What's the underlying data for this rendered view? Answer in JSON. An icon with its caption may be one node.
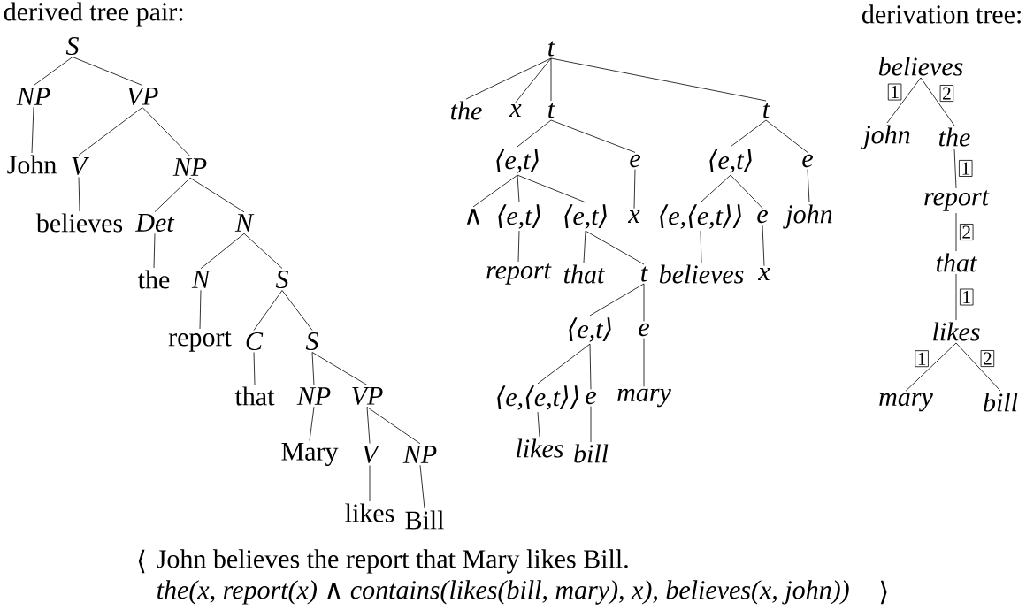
{
  "diagram": {
    "nodes": [
      {
        "text": [
          "S"
        ]
      },
      {
        "text": [
          "NP"
        ]
      },
      {
        "text": [
          "VP"
        ]
      },
      {
        "text": [
          "John"
        ]
      },
      {
        "text": [
          "V"
        ]
      },
      {
        "text": [
          "NP"
        ]
      },
      {
        "text": [
          "believes"
        ]
      },
      {
        "text": [
          "Det"
        ]
      },
      {
        "text": [
          "N"
        ]
      },
      {
        "text": [
          "the"
        ]
      },
      {
        "text": [
          "N"
        ]
      },
      {
        "text": [
          "S"
        ]
      },
      {
        "text": [
          "report"
        ]
      },
      {
        "text": [
          "C"
        ]
      },
      {
        "text": [
          "S"
        ]
      },
      {
        "text": [
          "that"
        ]
      },
      {
        "text": [
          "NP"
        ]
      },
      {
        "text": [
          "VP"
        ]
      },
      {
        "text": [
          "Mary"
        ]
      },
      {
        "text": [
          "V"
        ]
      },
      {
        "text": [
          "NP"
        ]
      },
      {
        "text": [
          "likes"
        ]
      },
      {
        "text": [
          "Bill"
        ]
      },
      {
        "text": [
          "t"
        ]
      },
      {
        "text": [
          "the"
        ]
      },
      {
        "text": [
          "x"
        ]
      },
      {
        "text": [
          "t"
        ]
      },
      {
        "text": [
          "t"
        ]
      },
      {
        "text": [
          "⟨e,t⟩"
        ]
      },
      {
        "text": [
          "e"
        ]
      },
      {
        "text": [
          "⟨e,t⟩"
        ]
      },
      {
        "text": [
          "e"
        ]
      },
      {
        "text": [
          "∧"
        ]
      },
      {
        "text": [
          "⟨e,t⟩"
        ]
      },
      {
        "text": [
          "⟨e,t⟩"
        ]
      },
      {
        "text": [
          "x"
        ]
      },
      {
        "text": [
          "⟨e,⟨e,t⟩⟩"
        ]
      },
      {
        "text": [
          "e"
        ]
      },
      {
        "text": [
          "john"
        ]
      },
      {
        "text": [
          "report"
        ]
      },
      {
        "text": [
          "that"
        ]
      },
      {
        "text": [
          "t"
        ]
      },
      {
        "text": [
          "believes"
        ]
      },
      {
        "text": [
          "x"
        ]
      },
      {
        "text": [
          "⟨e,t⟩"
        ]
      },
      {
        "text": [
          "e"
        ]
      },
      {
        "text": [
          "⟨e,⟨e,t⟩⟩"
        ]
      },
      {
        "text": [
          "e"
        ]
      },
      {
        "text": [
          "mary"
        ]
      },
      {
        "text": [
          "likes"
        ]
      },
      {
        "text": [
          "bill"
        ]
      },
      {
        "text": [
          "believes"
        ]
      },
      {
        "text": [
          "john"
        ]
      },
      {
        "text": [
          "the"
        ]
      },
      {
        "text": [
          "report"
        ]
      },
      {
        "text": [
          "that"
        ]
      },
      {
        "text": [
          "likes"
        ]
      },
      {
        "text": [
          "mary"
        ]
      },
      {
        "text": [
          "bill"
        ]
      }
    ],
    "edges": [
      {
        "from": 0,
        "to": 1,
        "arrow": "none"
      },
      {
        "from": 0,
        "to": 2,
        "arrow": "none"
      },
      {
        "from": 1,
        "to": 3,
        "arrow": "none"
      },
      {
        "from": 2,
        "to": 4,
        "arrow": "none"
      },
      {
        "from": 2,
        "to": 5,
        "arrow": "none"
      },
      {
        "from": 4,
        "to": 6,
        "arrow": "none"
      },
      {
        "from": 5,
        "to": 7,
        "arrow": "none"
      },
      {
        "from": 5,
        "to": 8,
        "arrow": "none"
      },
      {
        "from": 7,
        "to": 9,
        "arrow": "none"
      },
      {
        "from": 8,
        "to": 10,
        "arrow": "none"
      },
      {
        "from": 8,
        "to": 11,
        "arrow": "none"
      },
      {
        "from": 10,
        "to": 12,
        "arrow": "none"
      },
      {
        "from": 11,
        "to": 13,
        "arrow": "none"
      },
      {
        "from": 11,
        "to": 14,
        "arrow": "none"
      },
      {
        "from": 13,
        "to": 15,
        "arrow": "none"
      },
      {
        "from": 14,
        "to": 16,
        "arrow": "none"
      },
      {
        "from": 14,
        "to": 17,
        "arrow": "none"
      },
      {
        "from": 16,
        "to": 18,
        "arrow": "none"
      },
      {
        "from": 17,
        "to": 19,
        "arrow": "none"
      },
      {
        "from": 17,
        "to": 20,
        "arrow": "none"
      },
      {
        "from": 19,
        "to": 21,
        "arrow": "none"
      },
      {
        "from": 20,
        "to": 22,
        "arrow": "none"
      },
      {
        "from": 23,
        "to": 24,
        "arrow": "none"
      },
      {
        "from": 23,
        "to": 25,
        "arrow": "none"
      },
      {
        "from": 23,
        "to": 26,
        "arrow": "none"
      },
      {
        "from": 23,
        "to": 27,
        "arrow": "none"
      },
      {
        "from": 26,
        "to": 28,
        "arrow": "none"
      },
      {
        "from": 26,
        "to": 29,
        "arrow": "none"
      },
      {
        "from": 27,
        "to": 30,
        "arrow": "none"
      },
      {
        "from": 27,
        "to": 31,
        "arrow": "none"
      },
      {
        "from": 28,
        "to": 32,
        "arrow": "none"
      },
      {
        "from": 28,
        "to": 33,
        "arrow": "none"
      },
      {
        "from": 28,
        "to": 34,
        "arrow": "none"
      },
      {
        "from": 29,
        "to": 35,
        "arrow": "none"
      },
      {
        "from": 30,
        "to": 36,
        "arrow": "none"
      },
      {
        "from": 30,
        "to": 37,
        "arrow": "none"
      },
      {
        "from": 31,
        "to": 38,
        "arrow": "none"
      },
      {
        "from": 33,
        "to": 39,
        "arrow": "none"
      },
      {
        "from": 34,
        "to": 40,
        "arrow": "none"
      },
      {
        "from": 34,
        "to": 41,
        "arrow": "none"
      },
      {
        "from": 36,
        "to": 42,
        "arrow": "none"
      },
      {
        "from": 37,
        "to": 43,
        "arrow": "none"
      },
      {
        "from": 41,
        "to": 44,
        "arrow": "none"
      },
      {
        "from": 41,
        "to": 45,
        "arrow": "none"
      },
      {
        "from": 44,
        "to": 46,
        "arrow": "none"
      },
      {
        "from": 44,
        "to": 47,
        "arrow": "none"
      },
      {
        "from": 45,
        "to": 48,
        "arrow": "none"
      },
      {
        "from": 46,
        "to": 49,
        "arrow": "none"
      },
      {
        "from": 47,
        "to": 50,
        "arrow": "none"
      },
      {
        "from": 51,
        "to": 52,
        "arrow": "none",
        "label": "1"
      },
      {
        "from": 51,
        "to": 53,
        "arrow": "none",
        "label": "2"
      },
      {
        "from": 53,
        "to": 54,
        "arrow": "none",
        "label": "1"
      },
      {
        "from": 54,
        "to": 55,
        "arrow": "none",
        "label": "2"
      },
      {
        "from": 55,
        "to": 56,
        "arrow": "none",
        "label": "1"
      },
      {
        "from": 56,
        "to": 57,
        "arrow": "none",
        "label": "1"
      },
      {
        "from": 56,
        "to": 58,
        "arrow": "none",
        "label": "2"
      }
    ],
    "labels": [
      "derived tree pair:",
      "derivation tree:",
      "⟨",
      "John believes the report that Mary likes Bill.",
      "the(x, report(x) ∧ contains(likes(bill, mary), x), believes(x, john))",
      "⟩"
    ]
  }
}
